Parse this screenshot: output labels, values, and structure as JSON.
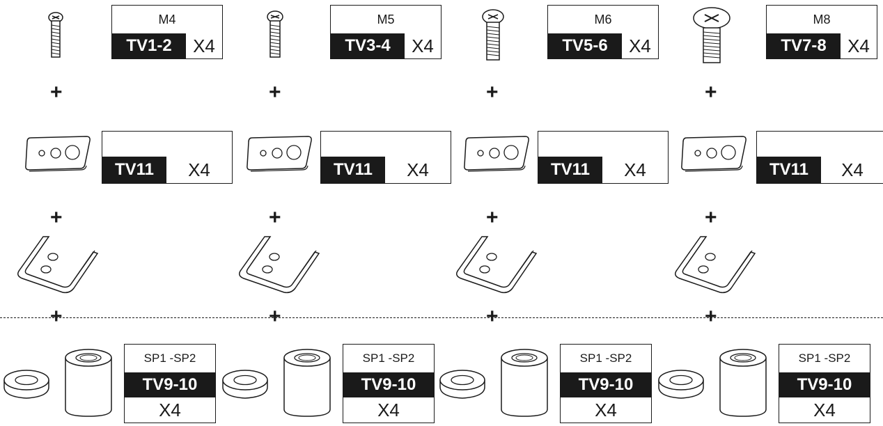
{
  "columns": [
    {
      "screw": {
        "size": "M4",
        "code": "TV1-2",
        "qty": "X4"
      },
      "washer": {
        "code": "TV11",
        "qty": "X4"
      },
      "spacer": {
        "size": "SP1 -SP2",
        "code": "TV9-10",
        "qty": "X4"
      }
    },
    {
      "screw": {
        "size": "M5",
        "code": "TV3-4",
        "qty": "X4"
      },
      "washer": {
        "code": "TV11",
        "qty": "X4"
      },
      "spacer": {
        "size": "SP1 -SP2",
        "code": "TV9-10",
        "qty": "X4"
      }
    },
    {
      "screw": {
        "size": "M6",
        "code": "TV5-6",
        "qty": "X4"
      },
      "washer": {
        "code": "TV11",
        "qty": "X4"
      },
      "spacer": {
        "size": "SP1 -SP2",
        "code": "TV9-10",
        "qty": "X4"
      }
    },
    {
      "screw": {
        "size": "M8",
        "code": "TV7-8",
        "qty": "X4"
      },
      "washer": {
        "code": "TV11",
        "qty": "X4"
      },
      "spacer": {
        "size": "SP1 -SP2",
        "code": "TV9-10",
        "qty": "X4"
      }
    }
  ],
  "plus_symbol": "+",
  "icons": [
    "screw-icon",
    "washer-plate-icon",
    "bracket-icon",
    "ring-washer-icon",
    "spacer-icon"
  ]
}
